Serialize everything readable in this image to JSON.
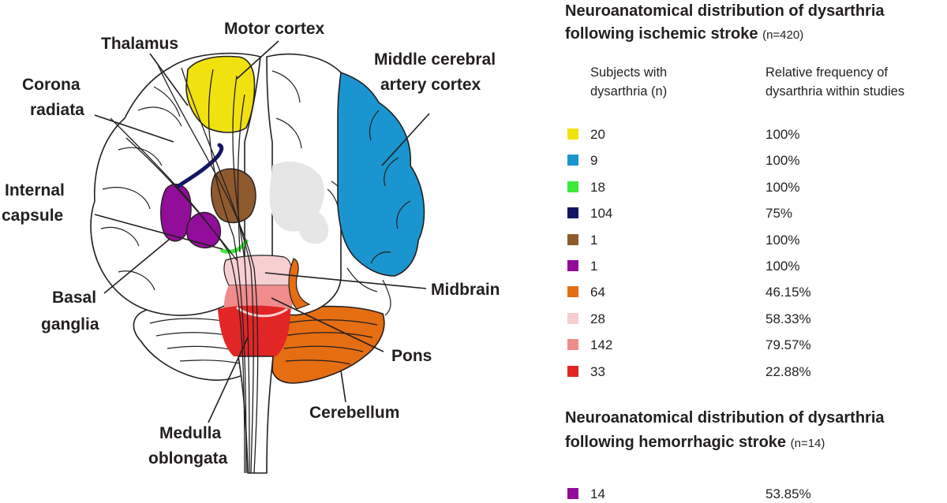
{
  "diagram": {
    "labels": {
      "motor_cortex": "Motor cortex",
      "thalamus": "Thalamus",
      "corona_radiata_1": "Corona",
      "corona_radiata_2": "radiata",
      "internal_capsule_1": "Internal",
      "internal_capsule_2": "capsule",
      "basal_ganglia_1": "Basal",
      "basal_ganglia_2": "ganglia",
      "medulla_1": "Medulla",
      "medulla_2": "oblongata",
      "mca_cortex_1": "Middle cerebral",
      "mca_cortex_2": "artery cortex",
      "midbrain": "Midbrain",
      "pons": "Pons",
      "cerebellum": "Cerebellum"
    },
    "colors": {
      "motor_cortex": "#f1e20f",
      "mca_cortex": "#1b95cf",
      "internal_capsule": "#3ee83c",
      "corona_radiata": "#141466",
      "thalamus": "#8e5a2e",
      "basal_ganglia": "#920d9a",
      "cerebellum": "#e56d12",
      "midbrain": "#f6cfd0",
      "pons": "#f08c8c",
      "medulla": "#e22626"
    }
  },
  "ischemic": {
    "title_line1": "Neuroanatomical distribution of dysarthria",
    "title_line2": "following ischemic stroke",
    "n_label": "(n=420)",
    "col1_header": "Subjects with\ndysarthria (n)",
    "col2_header": "Relative frequency of\ndysarthria within studies",
    "rows": [
      {
        "color": "#f1e20f",
        "count": "20",
        "freq": "100%"
      },
      {
        "color": "#1b95cf",
        "count": "9",
        "freq": "100%"
      },
      {
        "color": "#3ee83c",
        "count": "18",
        "freq": "100%"
      },
      {
        "color": "#141466",
        "count": "104",
        "freq": "75%"
      },
      {
        "color": "#8e5a2e",
        "count": "1",
        "freq": "100%"
      },
      {
        "color": "#920d9a",
        "count": "1",
        "freq": "100%"
      },
      {
        "color": "#e56d12",
        "count": "64",
        "freq": "46.15%"
      },
      {
        "color": "#f6cfd0",
        "count": "28",
        "freq": "58.33%"
      },
      {
        "color": "#f08c8c",
        "count": "142",
        "freq": "79.57%"
      },
      {
        "color": "#e22626",
        "count": "33",
        "freq": "22.88%"
      }
    ]
  },
  "hemorrhagic": {
    "title_line1": "Neuroanatomical distribution of dysarthria",
    "title_line2": "following hemorrhagic stroke",
    "n_label": "(n=14)",
    "rows": [
      {
        "color": "#920d9a",
        "count": "14",
        "freq": "53.85%"
      }
    ]
  }
}
